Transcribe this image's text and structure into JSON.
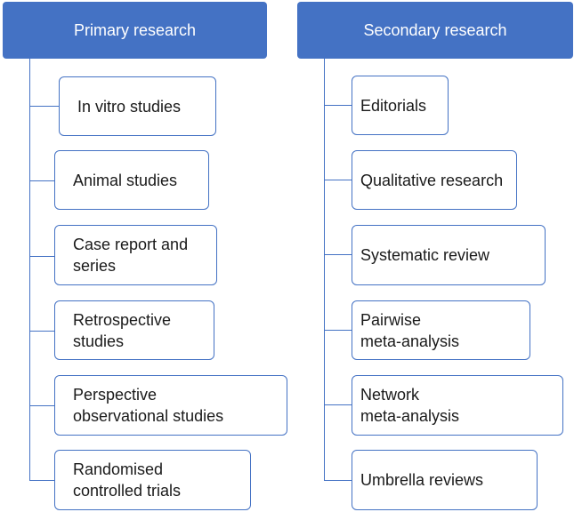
{
  "columns": [
    {
      "header": "Primary research",
      "items": [
        {
          "line1": "In vitro studies",
          "line2": ""
        },
        {
          "line1": "Animal studies",
          "line2": ""
        },
        {
          "line1": "Case report and",
          "line2": "series"
        },
        {
          "line1": "Retrospective",
          "line2": "studies"
        },
        {
          "line1": "Perspective",
          "line2": "observational studies"
        },
        {
          "line1": "Randomised",
          "line2": "controlled trials"
        }
      ]
    },
    {
      "header": "Secondary research",
      "items": [
        {
          "line1": "Editorials",
          "line2": ""
        },
        {
          "line1": "Qualitative research",
          "line2": ""
        },
        {
          "line1": "Systematic review",
          "line2": ""
        },
        {
          "line1": "Pairwise",
          "line2": "meta-analysis"
        },
        {
          "line1": "Network",
          "line2": "meta-analysis"
        },
        {
          "line1": "Umbrella reviews",
          "line2": ""
        }
      ]
    }
  ],
  "colors": {
    "accent": "#4472c4",
    "header_text": "#ffffff",
    "box_border": "#4472c4"
  }
}
